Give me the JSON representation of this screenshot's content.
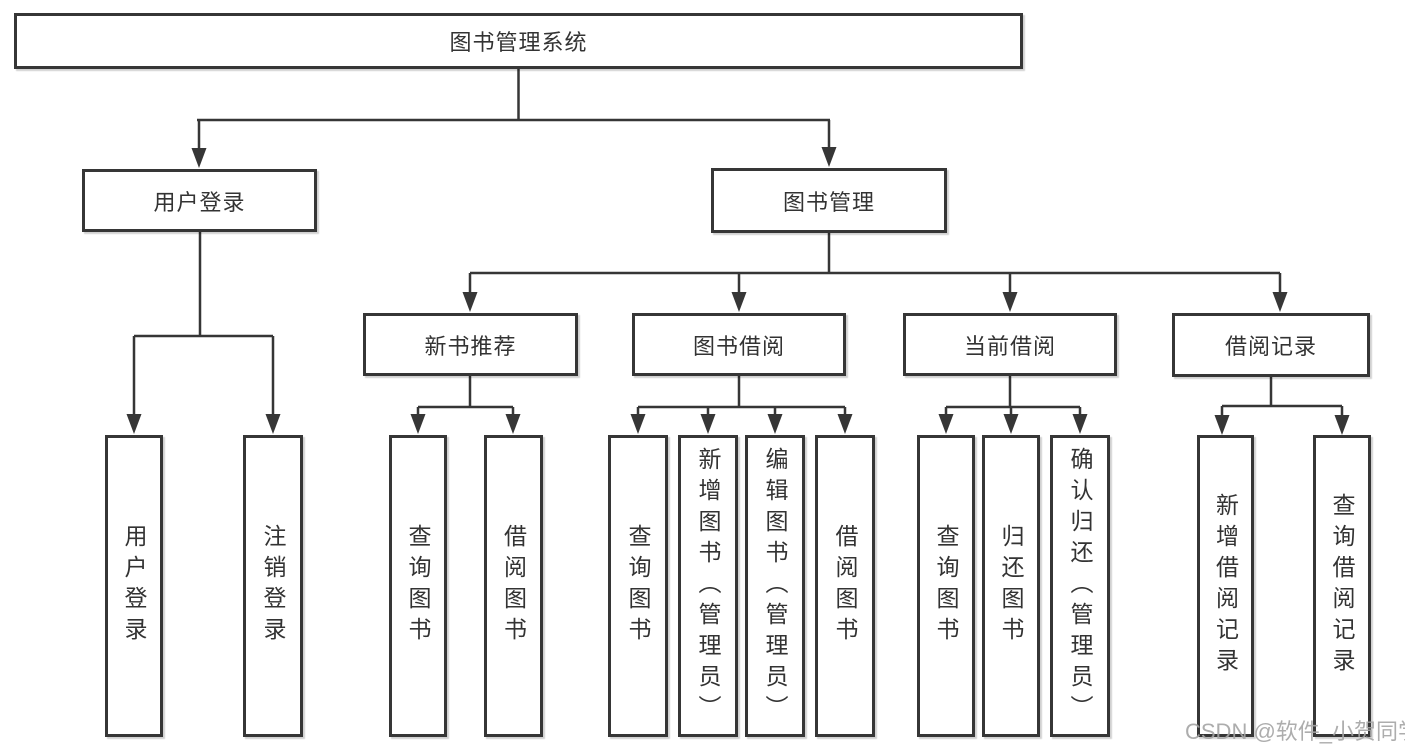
{
  "diagram_title": "图书管理系统",
  "colors": {
    "line": "#363636",
    "text": "#333333",
    "box_fill": "#ffffff",
    "watermark": "#a4a4a4"
  },
  "tree": {
    "root": {
      "label": "图书管理系统",
      "children": [
        {
          "label": "用户登录",
          "children": [
            {
              "label": "用户登录"
            },
            {
              "label": "注销登录"
            }
          ]
        },
        {
          "label": "图书管理",
          "children": [
            {
              "label": "新书推荐",
              "children": [
                {
                  "label": "查询图书"
                },
                {
                  "label": "借阅图书"
                }
              ]
            },
            {
              "label": "图书借阅",
              "children": [
                {
                  "label": "查询图书"
                },
                {
                  "label": "新增图书（管理员）"
                },
                {
                  "label": "编辑图书（管理员）"
                },
                {
                  "label": "借阅图书"
                }
              ]
            },
            {
              "label": "当前借阅",
              "children": [
                {
                  "label": "查询图书"
                },
                {
                  "label": "归还图书"
                },
                {
                  "label": "确认归还（管理员）"
                }
              ]
            },
            {
              "label": "借阅记录",
              "children": [
                {
                  "label": "新增借阅记录"
                },
                {
                  "label": "查询借阅记录"
                }
              ]
            }
          ]
        }
      ]
    }
  },
  "watermark": {
    "text": "CSDN @软件_小贺同学"
  }
}
